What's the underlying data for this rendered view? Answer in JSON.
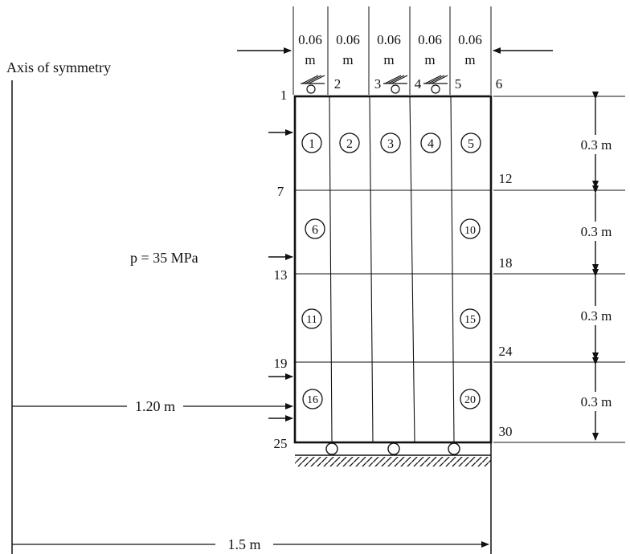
{
  "axis_label": "Axis of symmetry",
  "pressure_label": "p = 35 MPa",
  "radius_inner_label": "1.20 m",
  "radius_outer_label": "1.5 m",
  "column_width": {
    "value": "0.06",
    "unit": "m"
  },
  "row_height_label": "0.3 m",
  "node_labels": [
    "1",
    "2",
    "3",
    "4",
    "5",
    "6",
    "7",
    "12",
    "13",
    "18",
    "19",
    "24",
    "25",
    "30"
  ],
  "element_labels": [
    "1",
    "2",
    "3",
    "4",
    "5",
    "6",
    "10",
    "11",
    "15",
    "16",
    "20"
  ]
}
